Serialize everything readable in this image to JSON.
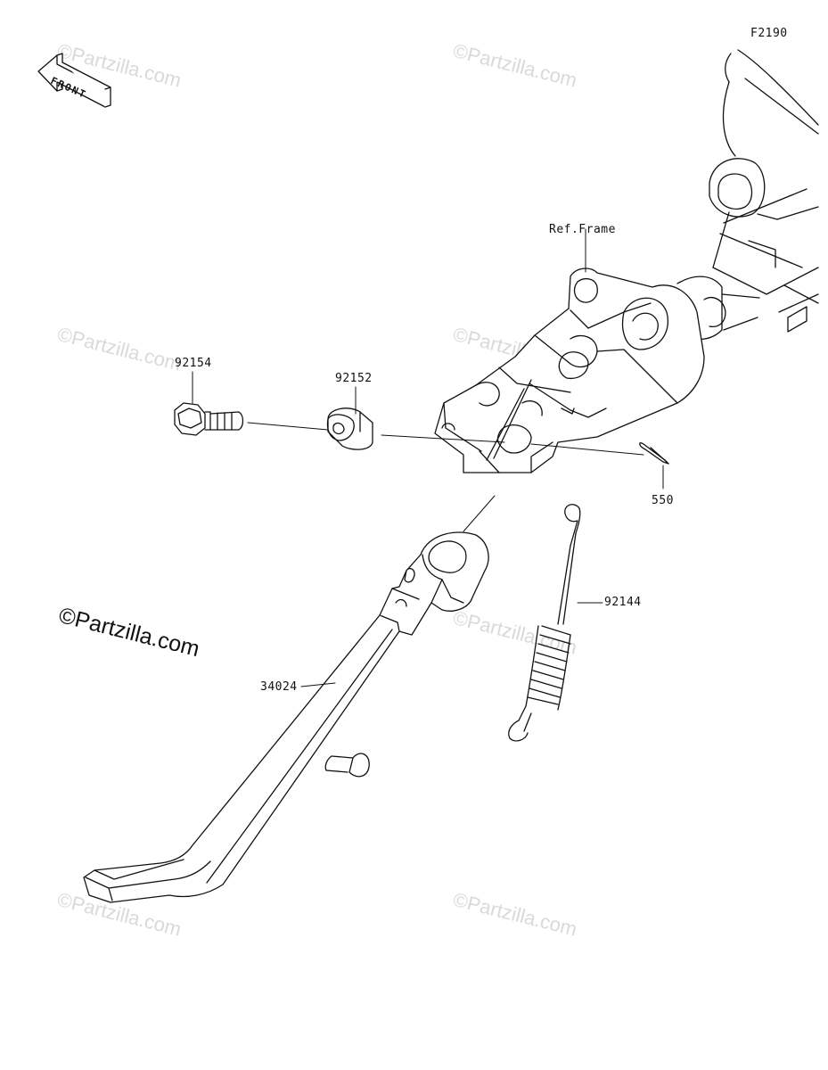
{
  "diagram": {
    "figure_code": "F2190",
    "front_label": "FRONT",
    "watermark_text": "©Partzilla.com",
    "labels": {
      "ref_frame": "Ref.Frame",
      "bolt": "92154",
      "collar": "92152",
      "cotter_pin": "550",
      "spring": "92144",
      "side_stand": "34024"
    }
  },
  "colors": {
    "line": "#111111",
    "watermark": "#d9d9d9"
  }
}
